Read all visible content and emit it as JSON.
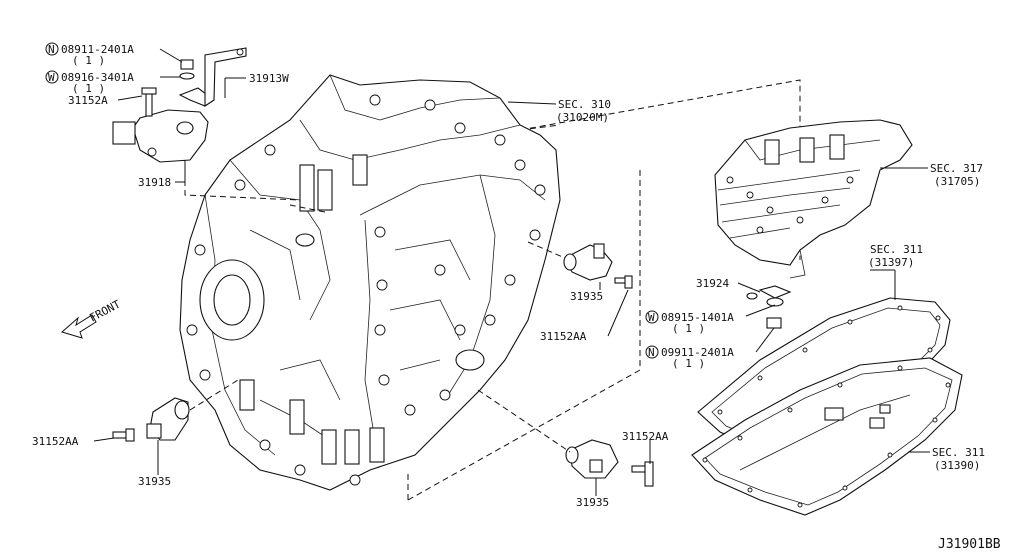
{
  "diagram": {
    "front_label": "FRONT",
    "code": "J31901BB",
    "labels": {
      "p08911_top": "08911-2401A",
      "p08911_top_qty": "( 1 )",
      "p08916": "08916-3401A",
      "p08916_qty": "( 1 )",
      "p31152a": "31152A",
      "p31913w": "31913W",
      "p31918": "31918",
      "sec310": "SEC. 310",
      "sec310_ref": "(31020M)",
      "sec317": "SEC. 317",
      "sec317_ref": "(31705)",
      "p31924": "31924",
      "sec311_top": "SEC. 311",
      "sec311_top_ref": "(31397)",
      "p31935_mid": "31935",
      "p31152aa_mid": "31152AA",
      "p08915": "08915-1401A",
      "p08915_qty": "( 1 )",
      "p09911": "09911-2401A",
      "p09911_qty": "( 1 )",
      "p31152aa_left": "31152AA",
      "p31935_left": "31935",
      "p31152aa_bottom": "31152AA",
      "p31935_bottom": "31935",
      "sec311_bottom": "SEC. 311",
      "sec311_bottom_ref": "(31390)"
    },
    "markers": {
      "n_marker": "N",
      "w_marker": "W"
    }
  }
}
